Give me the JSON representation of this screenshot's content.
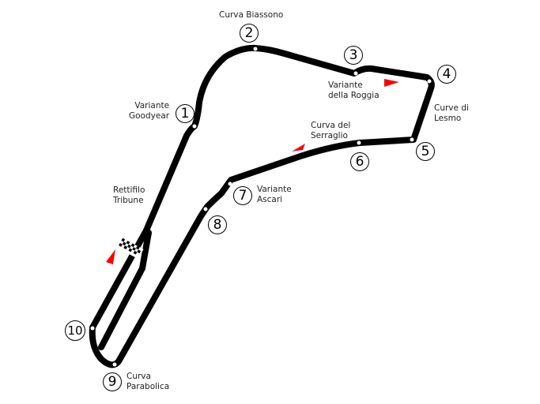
{
  "title": "Monza circuit layout",
  "colors": {
    "track": "#000000",
    "marker": "#ff0000",
    "corner_dot": "#ffffff"
  },
  "corners": [
    {
      "number": "1",
      "name": "Variante\nGoodyear"
    },
    {
      "number": "2",
      "name": "Curva Biassono"
    },
    {
      "number": "3",
      "name": "Variante\ndella Roggia"
    },
    {
      "number": "4",
      "name": "Curve di\nLesmo"
    },
    {
      "number": "5",
      "name": ""
    },
    {
      "number": "6",
      "name": "Curva del\nSerraglio"
    },
    {
      "number": "7",
      "name": "Variante\nAscari"
    },
    {
      "number": "8",
      "name": ""
    },
    {
      "number": "9",
      "name": "Curva\nParabolica"
    },
    {
      "number": "10",
      "name": ""
    }
  ],
  "straight_label": "Rettifilo\nTribune"
}
